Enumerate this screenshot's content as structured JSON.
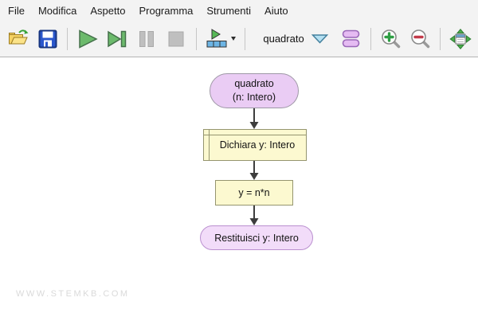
{
  "menu": {
    "items": [
      "File",
      "Modifica",
      "Aspetto",
      "Programma",
      "Strumenti",
      "Aiuto"
    ]
  },
  "toolbar": {
    "combo_value": "quadrato",
    "icons": [
      "open-folder-icon",
      "save-icon",
      "run-icon",
      "run-to-end-icon",
      "pause-icon",
      "stop-icon",
      "step-run-icon",
      "dropdown-caret-icon",
      "combo-dropdown-icon",
      "functions-view-icon",
      "zoom-in-icon",
      "zoom-out-icon",
      "fit-view-icon"
    ]
  },
  "flowchart": {
    "start": {
      "line1": "quadrato",
      "line2": "(n: Intero)"
    },
    "declare_label": "Dichiara y: Intero",
    "assign_label": "y = n*n",
    "return_label": "Restituisci y: Intero"
  },
  "watermark": "WWW.STEMKB.COM",
  "colors": {
    "terminal_fill": "#eaccf4",
    "terminal_border": "#9e97a6",
    "return_fill": "#f2dcf9",
    "return_border": "#ba90cf",
    "process_fill": "#fcf9d0",
    "process_border": "#95956f",
    "arrow": "#3d3d3d",
    "play_green": "#6cba6c",
    "disabled_gray": "#bfbfbf",
    "combo_triangle_fill": "#b5e0f2",
    "combo_triangle_border": "#44819e",
    "toolbar_bg": "#f3f3f3"
  }
}
